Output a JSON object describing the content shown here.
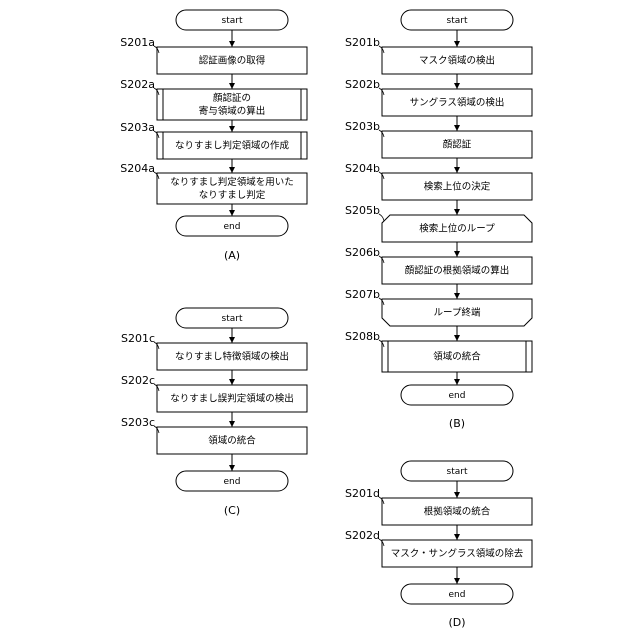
{
  "flowcharts": [
    {
      "caption": "(A)",
      "start": "start",
      "end": "end",
      "steps": [
        {
          "id": "S201a",
          "text": [
            "認証画像の取得"
          ],
          "shape": "process"
        },
        {
          "id": "S202a",
          "text": [
            "顔認証の",
            "寄与領域の算出"
          ],
          "shape": "predefined"
        },
        {
          "id": "S203a",
          "text": [
            "なりすまし判定領域の作成"
          ],
          "shape": "predefined"
        },
        {
          "id": "S204a",
          "text": [
            "なりすまし判定領域を用いた",
            "なりすまし判定"
          ],
          "shape": "process"
        }
      ]
    },
    {
      "caption": "(B)",
      "start": "start",
      "end": "end",
      "steps": [
        {
          "id": "S201b",
          "text": [
            "マスク領域の検出"
          ],
          "shape": "process"
        },
        {
          "id": "S202b",
          "text": [
            "サングラス領域の検出"
          ],
          "shape": "process"
        },
        {
          "id": "S203b",
          "text": [
            "顔認証"
          ],
          "shape": "process"
        },
        {
          "id": "S204b",
          "text": [
            "検索上位の決定"
          ],
          "shape": "process"
        },
        {
          "id": "S205b",
          "text": [
            "検索上位のループ"
          ],
          "shape": "loop-start"
        },
        {
          "id": "S206b",
          "text": [
            "顔認証の根拠領域の算出"
          ],
          "shape": "process"
        },
        {
          "id": "S207b",
          "text": [
            "ループ終端"
          ],
          "shape": "loop-end"
        },
        {
          "id": "S208b",
          "text": [
            "領域の統合"
          ],
          "shape": "predefined"
        }
      ]
    },
    {
      "caption": "(C)",
      "start": "start",
      "end": "end",
      "steps": [
        {
          "id": "S201c",
          "text": [
            "なりすまし特徴領域の検出"
          ],
          "shape": "process"
        },
        {
          "id": "S202c",
          "text": [
            "なりすまし誤判定領域の検出"
          ],
          "shape": "process"
        },
        {
          "id": "S203c",
          "text": [
            "領域の統合"
          ],
          "shape": "process"
        }
      ]
    },
    {
      "caption": "(D)",
      "start": "start",
      "end": "end",
      "steps": [
        {
          "id": "S201d",
          "text": [
            "根拠領域の統合"
          ],
          "shape": "process"
        },
        {
          "id": "S202d",
          "text": [
            "マスク・サングラス領域の除去"
          ],
          "shape": "process"
        }
      ]
    }
  ]
}
